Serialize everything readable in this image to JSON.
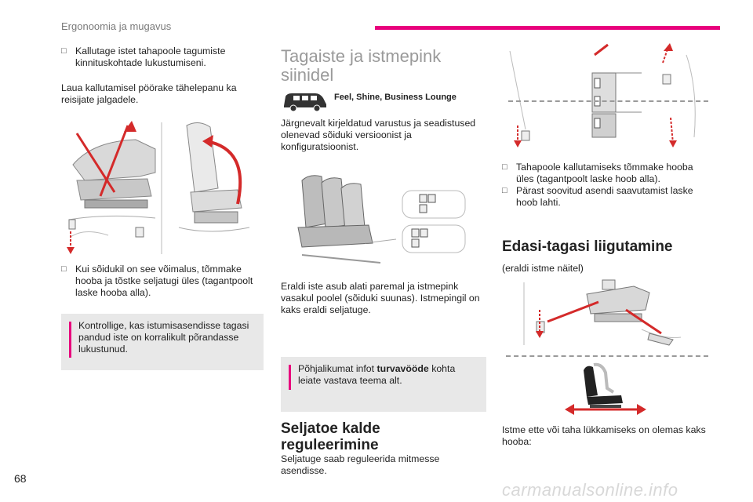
{
  "header": {
    "section_title": "Ergonoomia ja mugavus",
    "accent_color": "#e8007d"
  },
  "col1": {
    "bullet1": "Kallutage istet tahapoole tagumiste kinnituskohtade lukustumiseni.",
    "para1": "Laua kallutamisel pöörake tähelepanu ka reisijate jalgadele.",
    "bullet2": "Kui sõidukil on see võimalus, tõmmake hooba ja tõstke seljatugi üles (tagantpoolt laske hooba alla).",
    "note": "Kontrollige, kas istumisasendisse tagasi pandud iste on korralikult põrandasse lukustunud."
  },
  "col2": {
    "title": "Tagaiste ja istmepink siinidel",
    "trim_label_1": "Feel",
    "trim_sep_1": ", ",
    "trim_label_2": "Shine",
    "trim_sep_2": ", ",
    "trim_label_3": "Business Lounge",
    "intro": "Järgnevalt kirjeldatud varustus ja seadistused olenevad sõiduki versioonist ja konfiguratsioonist.",
    "para": "Eraldi iste asub alati paremal ja istmepink vasakul poolel (sõiduki suunas). Istmepingil on kaks eraldi seljatuge.",
    "note_prefix": "Põhjalikumat infot ",
    "note_bold": "turvavööde",
    "note_suffix": " kohta leiate vastava teema alt.",
    "h2": "Seljatoe kalde reguleerimine",
    "h2_para": "Seljatuge saab reguleerida mitmesse asendisse."
  },
  "col3": {
    "bullet1": "Tahapoole kallutamiseks tõmmake hooba üles (tagantpoolt laske hoob alla).",
    "bullet2": "Pärast soovitud asendi saavutamist laske hoob lahti.",
    "h2": "Edasi-tagasi liigutamine",
    "sub": "(eraldi istme näitel)",
    "para": "Istme ette või taha lükkamiseks on olemas kaks hooba:"
  },
  "footer": {
    "page_number": "68",
    "watermark": "carmanualsonline.info"
  }
}
